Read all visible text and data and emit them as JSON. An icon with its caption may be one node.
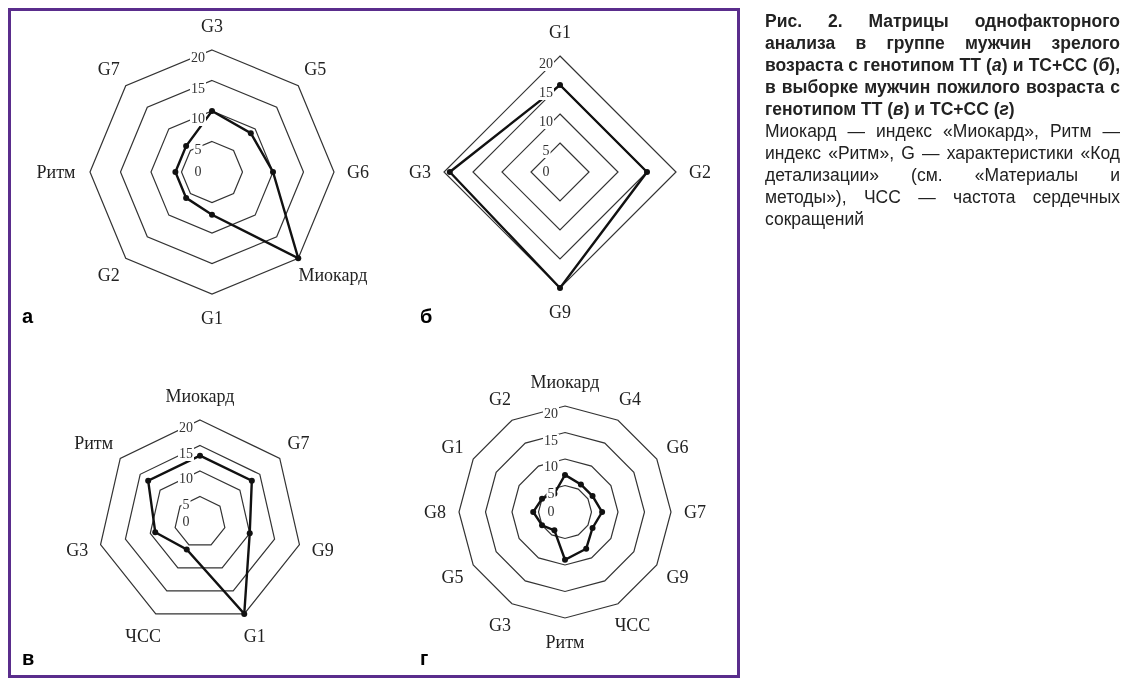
{
  "diagram": {
    "title": "Рис. 2. Матрицы однофакторного анализа в группе мужчин зрелого возраста с генотипом ТТ (*а*) и ТС+СС (*б*), в выборке мужчин пожилого возраста с генотипом ТТ (*в*) и ТС+СС (*г*)",
    "caption": "Миокард — индекс «Миокард», Ритм — индекс «Ритм», G — характеристики «Код детализации» (см. «Материалы и методы»), ЧСС — частота сердечных сокращений",
    "labels": [
      "G3",
      "G5",
      "G6",
      "Миокард",
      "G1",
      "G2",
      "Ритм",
      "G7",
      "20",
      "15",
      "10",
      "5",
      "0",
      "а",
      "G1",
      "G2",
      "G9",
      "G3",
      "20",
      "15",
      "10",
      "5",
      "0",
      "б",
      "Миокард",
      "G7",
      "G9",
      "G1",
      "ЧСС",
      "G3",
      "Ритм",
      "20",
      "15",
      "10",
      "5",
      "0",
      "в",
      "Миокард",
      "G4",
      "G6",
      "G7",
      "G9",
      "ЧСС",
      "Ритм",
      "G3",
      "G5",
      "G8",
      "G1",
      "G2",
      "20",
      "15",
      "10",
      "5",
      "0",
      "г"
    ]
  }
}
